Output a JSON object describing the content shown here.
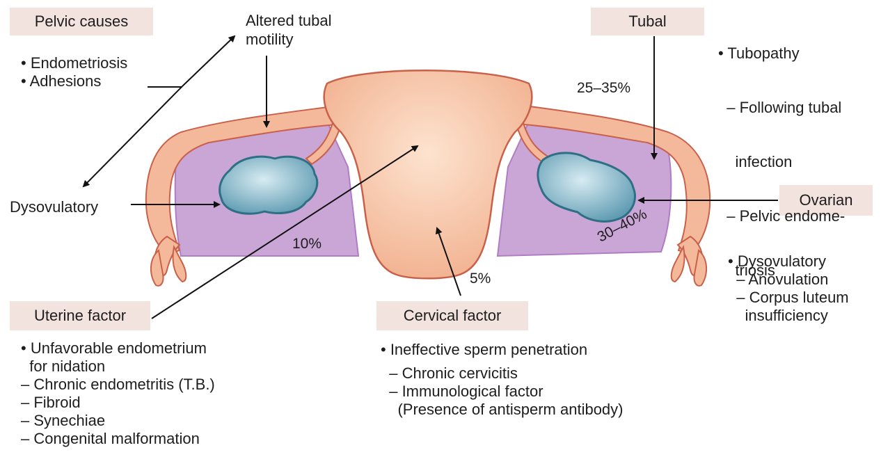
{
  "labels": {
    "pelvic_causes": "Pelvic causes",
    "altered_tubal_motility_1": "Altered tubal",
    "altered_tubal_motility_2": "motility",
    "tubal": "Tubal",
    "dysovulatory": "Dysovulatory",
    "ovarian": "Ovarian",
    "uterine_factor": "Uterine factor",
    "cervical_factor": "Cervical factor"
  },
  "percentages": {
    "tubal": "25–35%",
    "uterine": "10%",
    "cervical": "5%",
    "ovarian": "30–40%"
  },
  "lists": {
    "pelvic": [
      "• Endometriosis",
      "• Adhesions"
    ],
    "tubal": [
      "• Tubopathy",
      "  – Following tubal",
      "    infection",
      "  – Pelvic endome-",
      "    triosis"
    ],
    "ovarian": [
      "• Dysovulatory",
      "  – Anovulation",
      "  – Corpus luteum",
      "    insufficiency"
    ],
    "uterine": [
      "• Unfavorable endometrium",
      "  for nidation",
      "– Chronic endometritis (T.B.)",
      "– Fibroid",
      "– Synechiae",
      "– Congenital malformation"
    ],
    "cervical": [
      "• Ineffective sperm penetration",
      "  – Chronic cervicitis",
      "  – Immunological factor",
      "    (Presence of antisperm antibody)"
    ]
  },
  "colors": {
    "label_box": "#f3e3de",
    "uterus": "#f6c7a6",
    "uterus_edge": "#c9604a",
    "pelvic_cavity": "#c9a6d6",
    "ovary": "#7fb3c6",
    "ovary_edge": "#2f6f86",
    "arrow": "#111111"
  }
}
